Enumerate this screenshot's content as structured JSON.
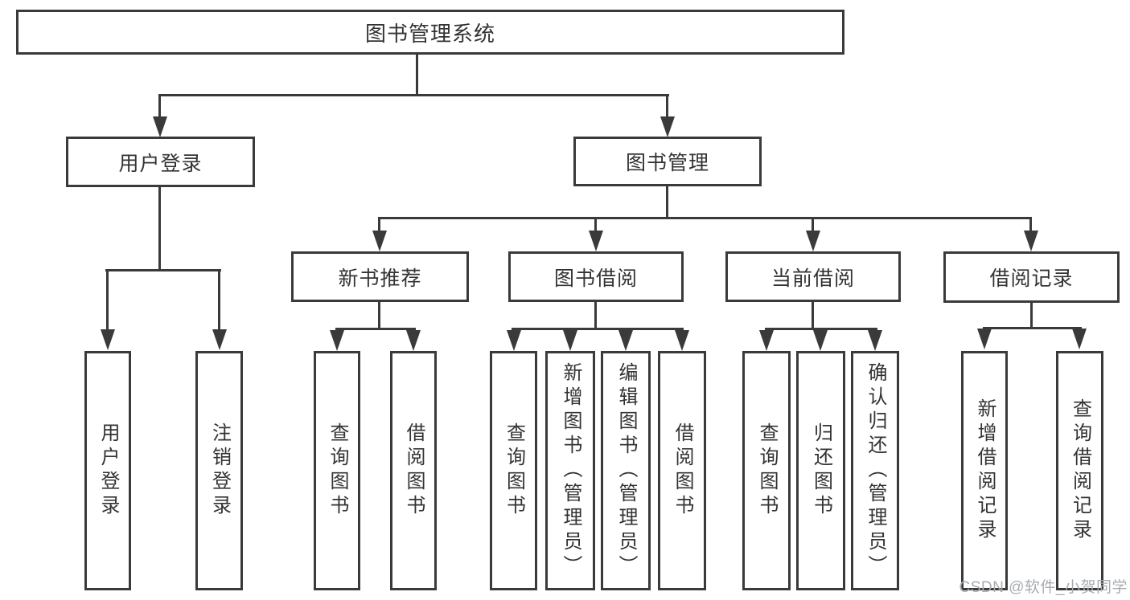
{
  "diagram": {
    "title": "图书管理系统",
    "branches": {
      "user": "用户登录",
      "book": "图书管理"
    },
    "modules": {
      "recommend": "新书推荐",
      "borrow": "图书借阅",
      "current": "当前借阅",
      "records": "借阅记录"
    },
    "leaves": {
      "user": [
        "用户登录",
        "注销登录"
      ],
      "recommend": [
        "查询图书",
        "借阅图书"
      ],
      "borrow": [
        "查询图书",
        "新增图书（管理员）",
        "编辑图书（管理员）",
        "借阅图书"
      ],
      "current": [
        "查询图书",
        "归还图书",
        "确认归还（管理员）"
      ],
      "records": [
        "新增借阅记录",
        "查询借阅记录"
      ]
    }
  },
  "watermark": "CSDN @软件_小贺同学",
  "colors": {
    "line": "#3a3a3a",
    "text": "#333333",
    "watermark": "#a8acb0",
    "background": "#ffffff"
  }
}
